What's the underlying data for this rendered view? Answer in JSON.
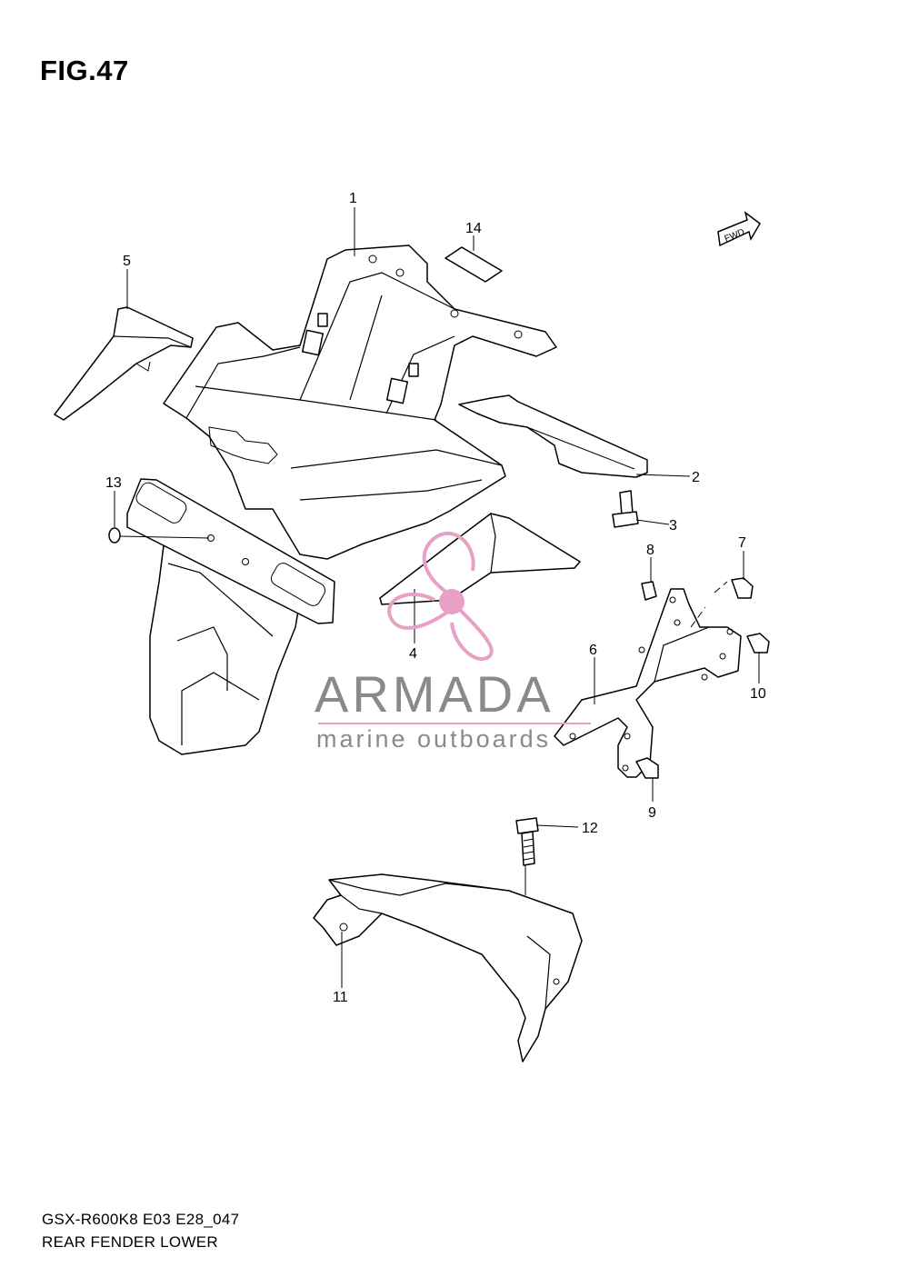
{
  "figure": {
    "title": "FIG.47",
    "model_code": "GSX-R600K8 E03 E28_047",
    "name": "REAR FENDER LOWER",
    "direction_tag": "FWD"
  },
  "callouts": [
    "1",
    "2",
    "3",
    "4",
    "5",
    "6",
    "7",
    "8",
    "9",
    "10",
    "11",
    "12",
    "13",
    "14"
  ],
  "watermark": {
    "brand": "ARMADA",
    "tagline": "marine outboards",
    "accent_color": "#e8a0c4",
    "text_color": "#8a8a8a"
  }
}
